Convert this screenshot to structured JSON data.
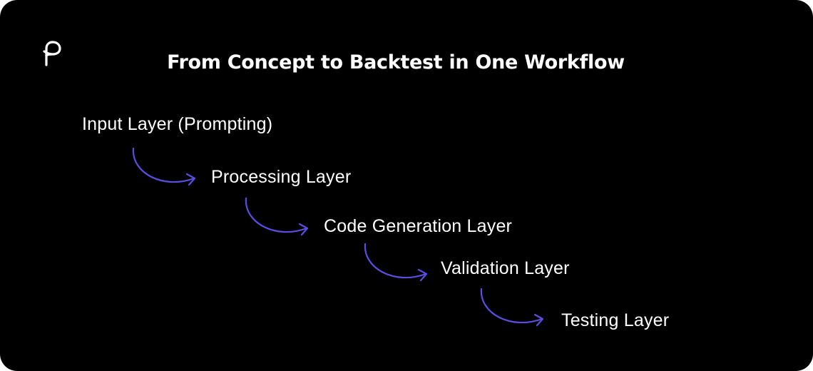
{
  "title": "From Concept to Backtest in One Workflow",
  "logo_icon": "brand-logo-icon",
  "accent_color": "#5a4ee0",
  "background_color": "#000000",
  "steps": [
    {
      "label": "Input Layer (Prompting)"
    },
    {
      "label": "Processing Layer"
    },
    {
      "label": "Code Generation Layer"
    },
    {
      "label": "Validation Layer"
    },
    {
      "label": "Testing Layer"
    }
  ],
  "connector_icon": "curved-arrow-icon"
}
